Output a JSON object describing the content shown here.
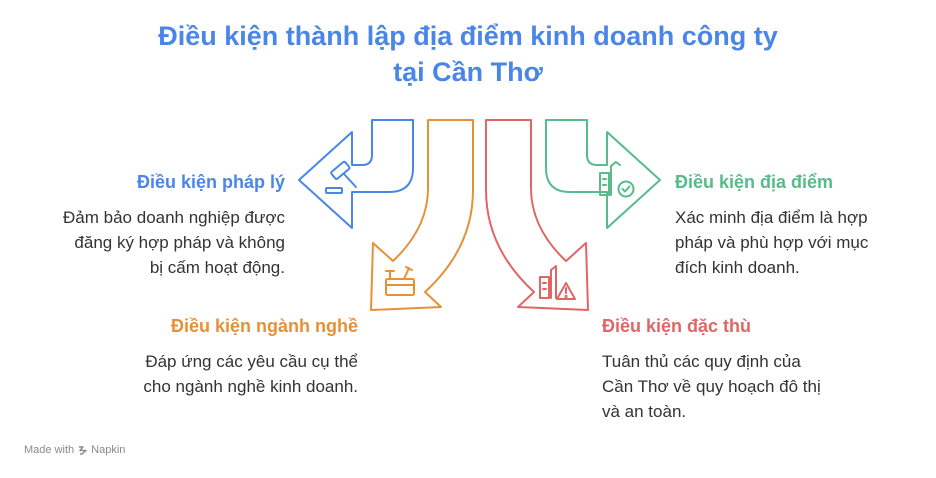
{
  "title": {
    "line1": "Điều kiện thành lập địa điểm kinh doanh công ty",
    "line2": "tại Cần Thơ"
  },
  "colors": {
    "title": "#4a86e8",
    "legal": "#4a86e8",
    "industry": "#e69138",
    "special": "#e06666",
    "location": "#57bb8a"
  },
  "items": {
    "legal": {
      "heading": "Điều kiện pháp lý",
      "desc": [
        "Đảm bảo doanh nghiệp được",
        "đăng ký hợp pháp và không",
        "bị cấm hoạt động."
      ],
      "icon": "gavel-icon"
    },
    "industry": {
      "heading": "Điều kiện ngành nghề",
      "desc": [
        "Đáp ứng các yêu cầu cụ thể",
        "cho ngành nghề kinh doanh."
      ],
      "icon": "toolbox-icon"
    },
    "special": {
      "heading": "Điều kiện đặc thù",
      "desc": [
        "Tuân thủ các quy định của",
        "Cần Thơ về quy hoạch đô thị",
        "và an toàn."
      ],
      "icon": "building-warning-icon"
    },
    "location": {
      "heading": "Điều kiện địa điểm",
      "desc": [
        "Xác minh địa điểm là hợp",
        "pháp và phù hợp với mục",
        "đích kinh doanh."
      ],
      "icon": "building-check-icon"
    }
  },
  "footer": {
    "made_with": "Made with",
    "brand": "Napkin"
  }
}
